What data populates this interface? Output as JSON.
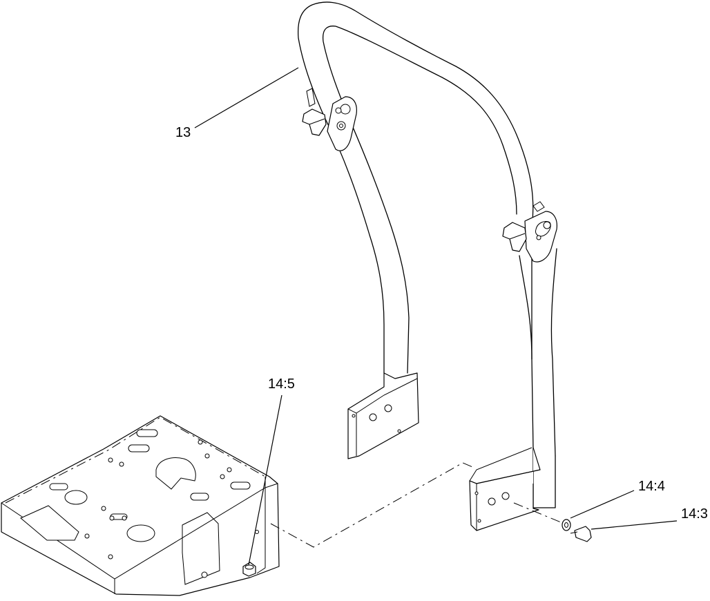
{
  "callouts": [
    {
      "id": "13",
      "label": "13"
    },
    {
      "id": "14-5",
      "label": "14:5"
    },
    {
      "id": "14-4",
      "label": "14:4"
    },
    {
      "id": "14-3",
      "label": "14:3"
    }
  ]
}
